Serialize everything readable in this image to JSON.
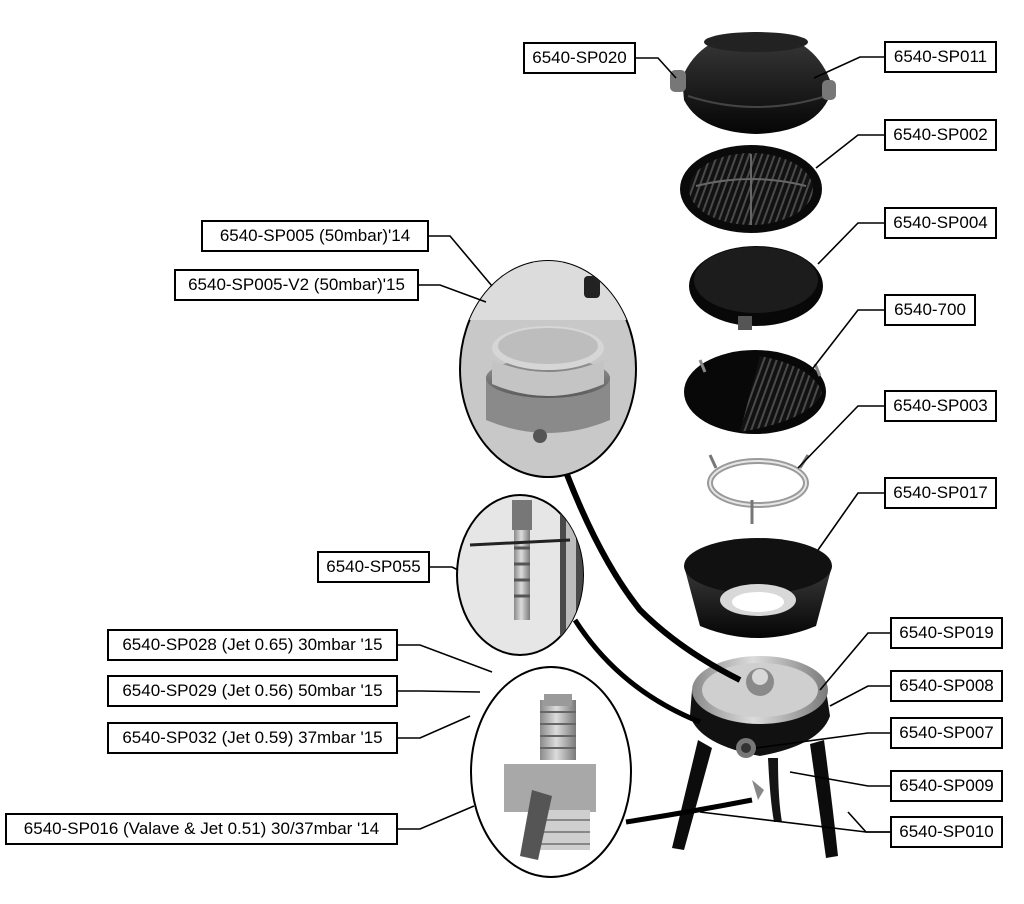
{
  "labels": {
    "lid": "6540-SP020",
    "lid_top": "6540-SP011",
    "grill_grid": "6540-SP002",
    "flat_plate": "6540-SP004",
    "grill_plate": "6540-700",
    "wire_ring": "6540-SP003",
    "bowl": "6540-SP017",
    "burner_top": "6540-SP019",
    "base_ring": "6540-SP008",
    "knob": "6540-SP007",
    "valve_body": "6540-SP009",
    "legs": "6540-SP010",
    "burner_14": "6540-SP005 (50mbar)'14",
    "burner_15": "6540-SP005-V2 (50mbar)'15",
    "hose_nipple": "6540-SP055",
    "jet_065": "6540-SP028 (Jet 0.65) 30mbar '15",
    "jet_056": "6540-SP029 (Jet 0.56) 50mbar '15",
    "jet_059": "6540-SP032 (Jet 0.59) 37mbar '15",
    "valve_jet": "6540-SP016 (Valave & Jet 0.51) 30/37mbar '14"
  },
  "colors": {
    "part_fill": "#0c0c0c",
    "part_light": "#bdbdbd",
    "leader": "#000000",
    "background": "#ffffff"
  }
}
